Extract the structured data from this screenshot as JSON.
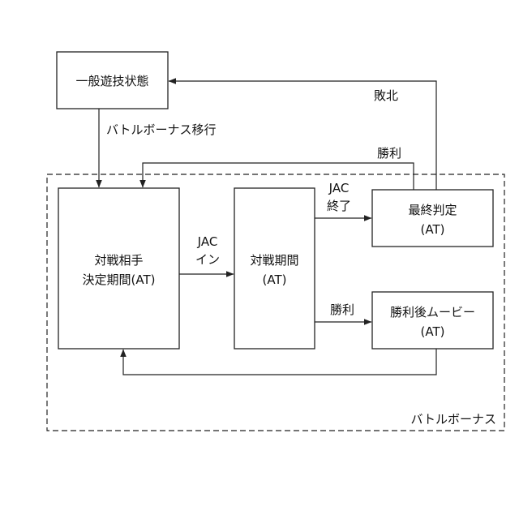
{
  "nodes": {
    "normal_play": {
      "lines": [
        "一般遊技状態"
      ]
    },
    "opponent_decision": {
      "lines": [
        "対戦相手",
        "決定期間(AT)"
      ]
    },
    "battle_period": {
      "lines": [
        "対戦期間",
        "(AT)"
      ]
    },
    "final_judgement": {
      "lines": [
        "最終判定",
        "(AT)"
      ]
    },
    "victory_movie": {
      "lines": [
        "勝利後ムービー",
        "(AT)"
      ]
    }
  },
  "edges": {
    "battle_bonus_transition": "バトルボーナス移行",
    "jac_in": [
      "JAC",
      "イン"
    ],
    "jac_end": [
      "JAC",
      "終了"
    ],
    "victory_from_battle": "勝利",
    "victory_from_final": "勝利",
    "defeat": "敗北"
  },
  "group": {
    "label": "バトルボーナス"
  }
}
